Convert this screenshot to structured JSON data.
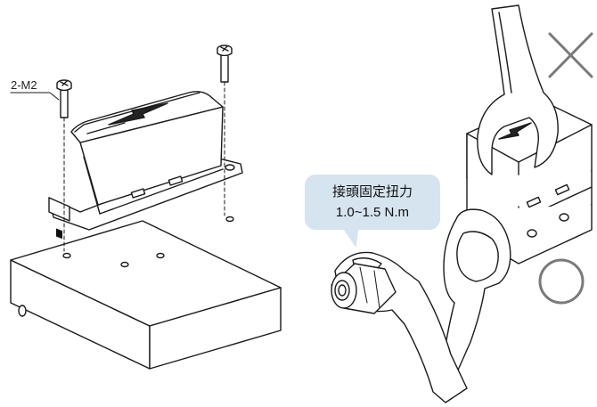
{
  "labels": {
    "screw": "2-M2"
  },
  "callout": {
    "title": "接頭固定扭力",
    "value": "1.0~1.5 N.m"
  },
  "marks": {
    "wrong": "cross-mark",
    "right": "circle-mark"
  },
  "colors": {
    "line": "#1a1a1a",
    "callout_bg": "#d6e4ef",
    "mark": "#7a7a7a"
  }
}
